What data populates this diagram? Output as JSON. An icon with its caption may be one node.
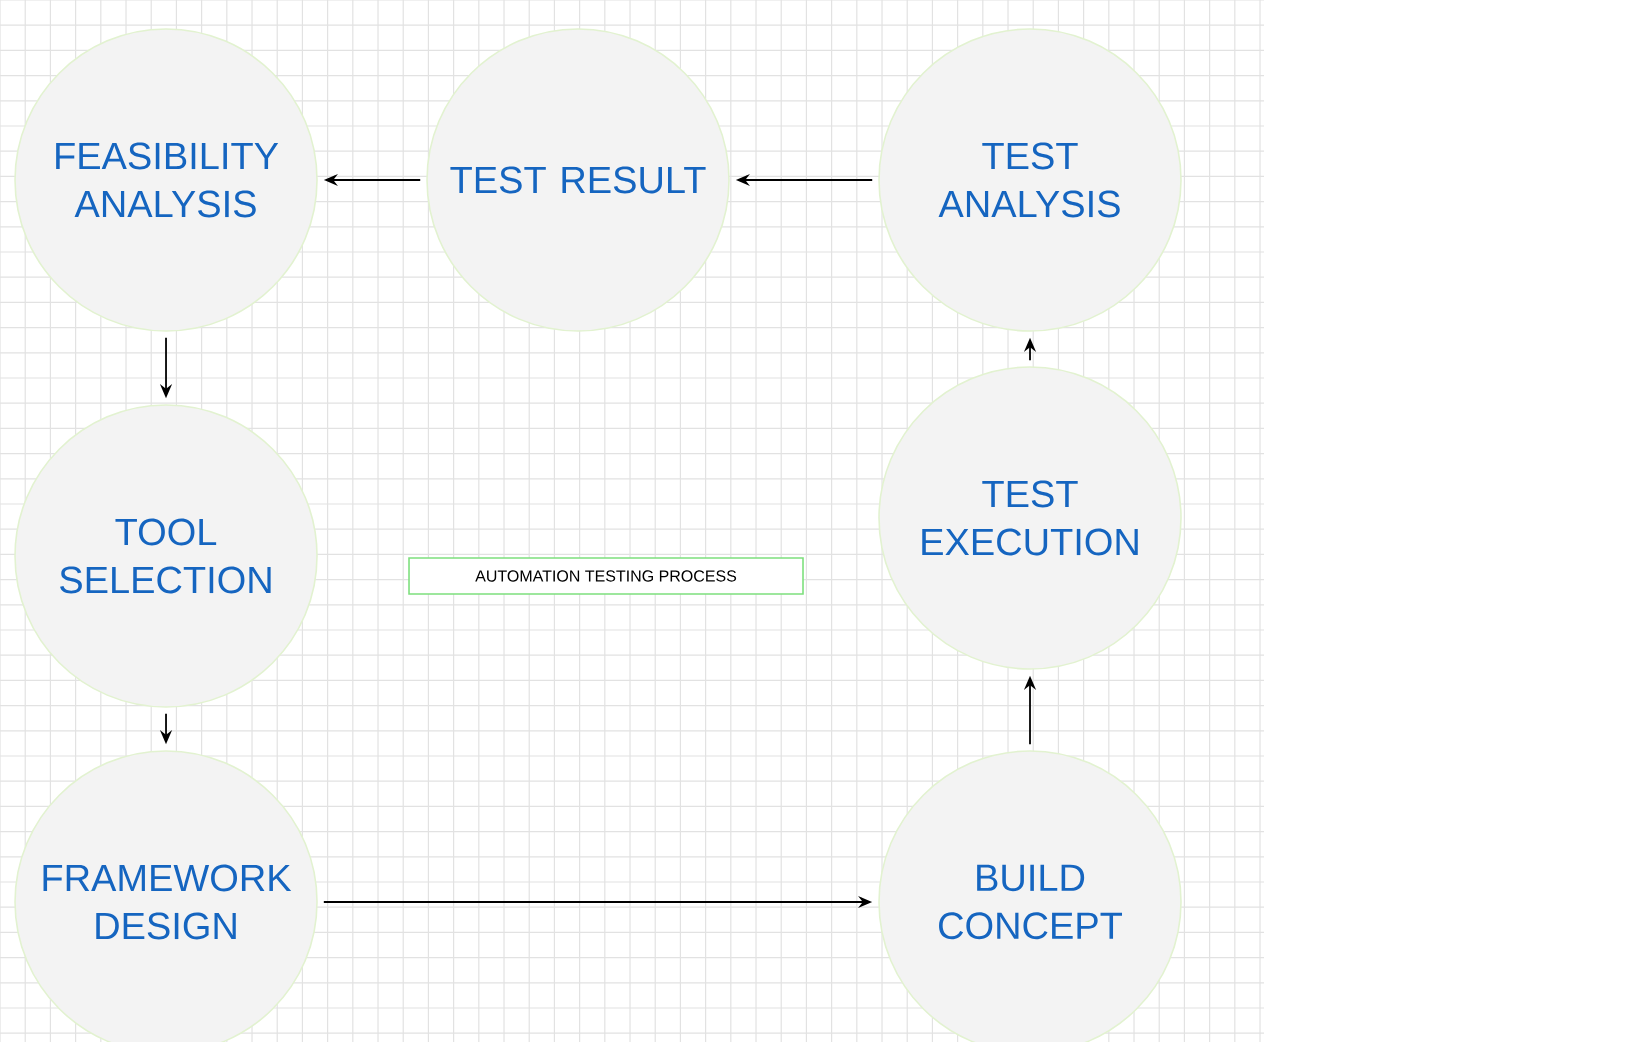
{
  "diagram": {
    "nodes": [
      {
        "text": [
          "FEASIBILITY ANALYSIS"
        ]
      },
      {
        "text": [
          "TEST RESULT"
        ]
      },
      {
        "text": [
          "TEST ANALYSIS"
        ]
      },
      {
        "text": [
          "TOOL SELECTION"
        ]
      },
      {
        "text": [
          "AUTOMATION TESTING PROCESS"
        ]
      },
      {
        "text": [
          "TEST EXECUTION"
        ]
      },
      {
        "text": [
          "FRAMEWORK DESIGN"
        ]
      },
      {
        "text": [
          "BUILD CONCEPT"
        ]
      }
    ],
    "edges": [
      {
        "from": 1,
        "to": 0,
        "arrow": "to"
      },
      {
        "from": 2,
        "to": 1,
        "arrow": "to"
      },
      {
        "from": 0,
        "to": 3,
        "arrow": "to"
      },
      {
        "from": 3,
        "to": 6,
        "arrow": "to"
      },
      {
        "from": 6,
        "to": 7,
        "arrow": "to"
      },
      {
        "from": 7,
        "to": 5,
        "arrow": "to"
      },
      {
        "from": 5,
        "to": 2,
        "arrow": "to"
      }
    ]
  }
}
